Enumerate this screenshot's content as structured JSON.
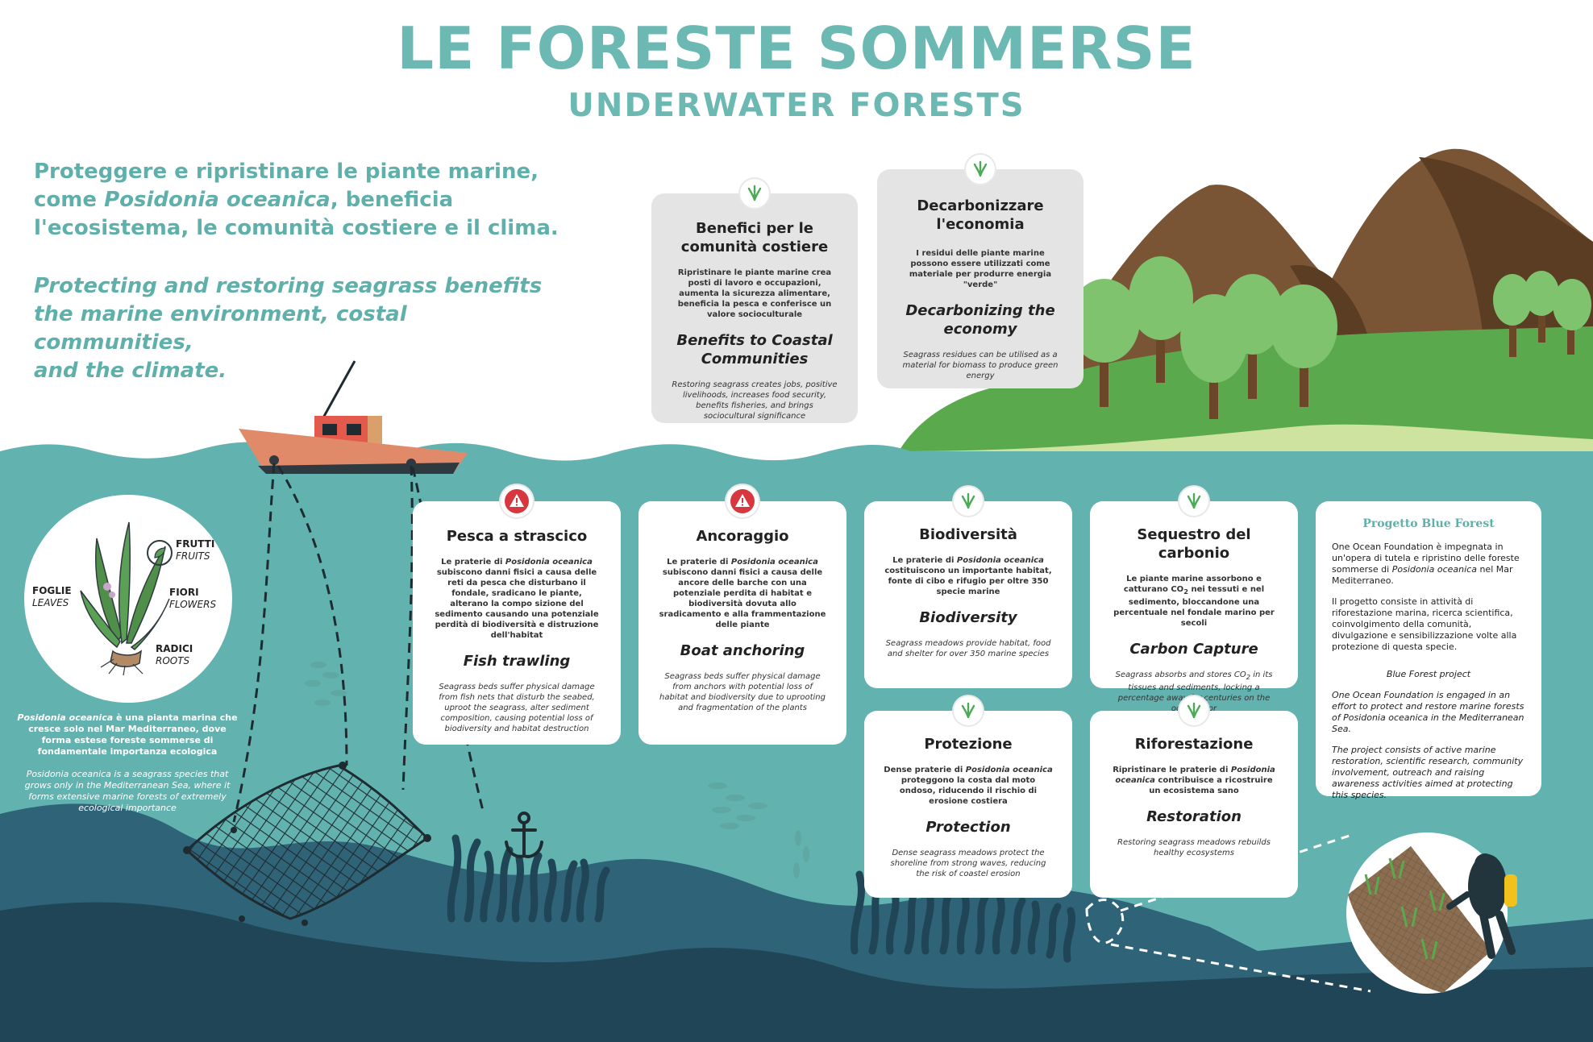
{
  "header": {
    "title": "LE FORESTE SOMMERSE",
    "subtitle": "UNDERWATER FORESTS"
  },
  "intro": {
    "it_1": "Proteggere e ripristinare le piante marine,",
    "it_2a": "come ",
    "it_2b": "Posidonia oceanica",
    "it_2c": ", beneficia",
    "it_3": "l'ecosistema, le comunità costiere e il clima.",
    "en_1": "Protecting and restoring seagrass benefits",
    "en_2": "the marine environment, costal communities,",
    "en_3": "and the climate."
  },
  "colors": {
    "accent": "#6cb8b3",
    "sea": "#62b3b0",
    "sea_deep": "#2f6378",
    "sea_darkest": "#1f4556",
    "warning": "#d7373f"
  },
  "icons": {
    "seagrass": "seagrass-icon",
    "warning": "warning-icon"
  },
  "cards": {
    "benefici": {
      "title": "Benefici per le comunità costiere",
      "it": "Ripristinare le piante marine crea posti di lavoro e occupazioni, aumenta la sicurezza alimentare, beneficia la pesca e conferisce un valore socioculturale",
      "en_title": "Benefits to Coastal Communities",
      "en": "Restoring seagrass creates jobs, positive livelihoods, increases food security, benefits fisheries, and brings sociocultural significance"
    },
    "decarbon": {
      "title": "Decarbonizzare l'economia",
      "it": "I residui delle piante marine possono essere utilizzati come materiale per produrre energia \"verde\"",
      "en_title": "Decarbonizing the economy",
      "en": "Seagrass residues can be utilised as a material for biomass to produce green energy"
    },
    "pesca": {
      "title": "Pesca a strascico",
      "it_a": "Le praterie di ",
      "it_b": "Posidonia oceanica",
      "it_c": " subiscono danni fisici a causa delle reti da pesca che disturbano il fondale, sradicano le piante, alterano la compo sizione del sedimento causando una potenziale perdità di biodiversità e distruzione dell'habitat",
      "en_title": "Fish trawling",
      "en": "Seagrass beds suffer physical damage from fish nets that disturb the seabed, uproot the seagrass, alter sediment composition, causing potential loss of biodiversity and habitat destruction"
    },
    "ancoraggio": {
      "title": "Ancoraggio",
      "it_a": "Le praterie di ",
      "it_b": "Posidonia oceanica",
      "it_c": " subiscono danni fisici a causa delle ancore delle barche con una potenziale perdita di habitat e biodiversità dovuta allo sradicamento e alla frammentazione delle piante",
      "en_title": "Boat anchoring",
      "en": "Seagrass beds suffer physical damage from anchors with potential loss of habitat and biodiversity due to uprooting and fragmentation of the plants"
    },
    "biodiversita": {
      "title": "Biodiversità",
      "it_a": "Le praterie di ",
      "it_b": "Posidonia oceanica",
      "it_c": " costituiscono un importante habitat, fonte di cibo e rifugio per oltre 350 specie marine",
      "en_title": "Biodiversity",
      "en": "Seagrass meadows provide habitat, food and shelter for over 350 marine species"
    },
    "sequestro": {
      "title": "Sequestro del carbonio",
      "it_a": "Le piante marine assorbono e catturano CO",
      "it_sub": "2",
      "it_c": " nei tessuti e nel sedimento, bloccandone una percentuale nel fondale marino per secoli",
      "en_title": "Carbon Capture",
      "en_a": "Seagrass absorbs and stores CO",
      "en_sub": "2",
      "en_c": " in its tissues and sediments, locking a percentage away for centuries on the ocean floor"
    },
    "protezione": {
      "title": "Protezione",
      "it_a": "Dense praterie di ",
      "it_b": "Posidonia oceanica",
      "it_c": " proteggono la costa dal moto ondoso, riducendo il rischio di erosione costiera",
      "en_title": "Protection",
      "en": "Dense seagrass meadows protect the shoreline from strong waves, reducing the risk of coastel erosion"
    },
    "riforestazione": {
      "title": "Riforestazione",
      "it_a": "Ripristinare le praterie di ",
      "it_b": "Posidonia oceanica",
      "it_c": " contribuisce a ricostruire un ecosistema sano",
      "en_title": "Restoration",
      "en": "Restoring seagrass meadows rebuilds healthy ecosystems"
    }
  },
  "blue_forest": {
    "title": "Progetto Blue Forest",
    "p1_a": "One Ocean Foundation è impegnata in un'opera di tutela e ripristino delle foreste sommerse di ",
    "p1_b": "Posidonia oceanica",
    "p1_c": " nel Mar Mediterraneo.",
    "p2": "Il progetto consiste in attività di riforestazione marina, ricerca scientifica, coinvolgimento della comunità, divulgazione e sensibilizzazione volte alla protezione di questa specie.",
    "en_title": "Blue Forest project",
    "p3": "One Ocean Foundation is engaged in an effort to protect and restore marine forests of Posidonia oceanica in the Mediterranean Sea.",
    "p4": "The project consists of active marine restoration, scientific research, community involvement, outreach and raising awareness activities aimed at protecting this species."
  },
  "plant": {
    "frutti": "FRUTTI",
    "fruits": "FRUITS",
    "foglie": "FOGLIE",
    "leaves": "LEAVES",
    "fiori": "FIORI",
    "flowers": "FLOWERS",
    "radici": "RADICI",
    "roots": "ROOTS"
  },
  "posidonia": {
    "it_a": "Posidonia oceanica",
    "it_b": " è una pianta marina che cresce solo nel Mar Mediterraneo, dove forma estese foreste sommerse di fondamentale importanza ecologica",
    "en_a": "Posidonia oceanica",
    "en_b": " is a seagrass species that grows only in the Mediterranean Sea, where it forms extensive marine forests of extremely ecological importance"
  }
}
